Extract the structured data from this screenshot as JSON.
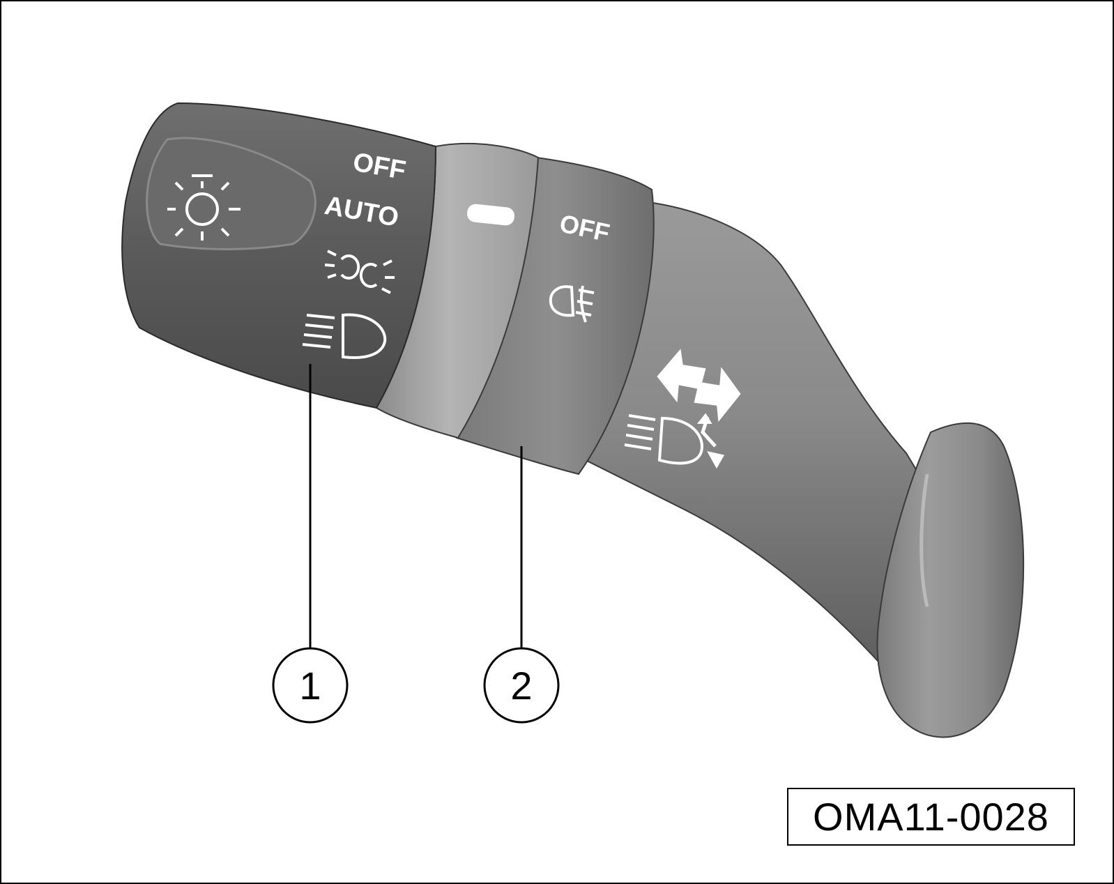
{
  "lever": {
    "headlight_ring": {
      "positions": [
        "OFF",
        "AUTO"
      ],
      "icons": [
        "headlight-switch-symbol-icon",
        "parking-lights-icon",
        "low-beam-headlight-icon"
      ]
    },
    "fog_ring": {
      "position": "OFF",
      "icons": [
        "fog-light-icon"
      ]
    },
    "stalk_icons": [
      "high-beam-flash-arrows-icon",
      "high-beam-headlight-icon"
    ]
  },
  "callouts": [
    {
      "number": "1"
    },
    {
      "number": "2"
    }
  ],
  "figure_code": "OMA11-0028",
  "colors": {
    "lever_dark": "#5a5a5a",
    "lever_mid": "#808080",
    "ring_light": "#a9a9a9",
    "symbol": "#ffffff"
  }
}
